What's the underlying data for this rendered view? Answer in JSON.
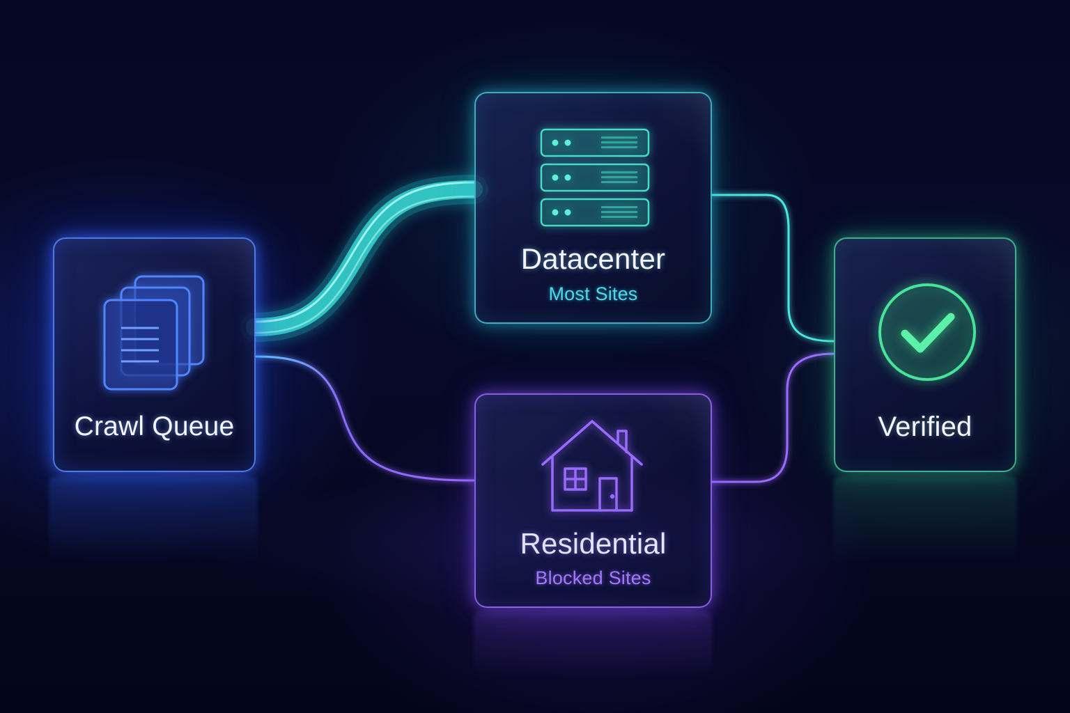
{
  "nodes": {
    "crawl_queue": {
      "label": "Crawl Queue",
      "icon": "documents-stack-icon"
    },
    "datacenter": {
      "label": "Datacenter",
      "sublabel": "Most Sites",
      "icon": "server-rack-icon"
    },
    "residential": {
      "label": "Residential",
      "sublabel": "Blocked Sites",
      "icon": "house-icon"
    },
    "verified": {
      "label": "Verified",
      "icon": "check-circle-icon"
    }
  },
  "edges": [
    {
      "from": "Crawl Queue",
      "to": "Datacenter"
    },
    {
      "from": "Crawl Queue",
      "to": "Residential"
    },
    {
      "from": "Datacenter",
      "to": "Verified"
    },
    {
      "from": "Residential",
      "to": "Verified"
    }
  ],
  "colors": {
    "background": "#050822",
    "queue_accent": "#4a7dff",
    "datacenter_accent": "#3fe0e0",
    "residential_accent": "#9a6bff",
    "verified_accent": "#45e39a"
  }
}
